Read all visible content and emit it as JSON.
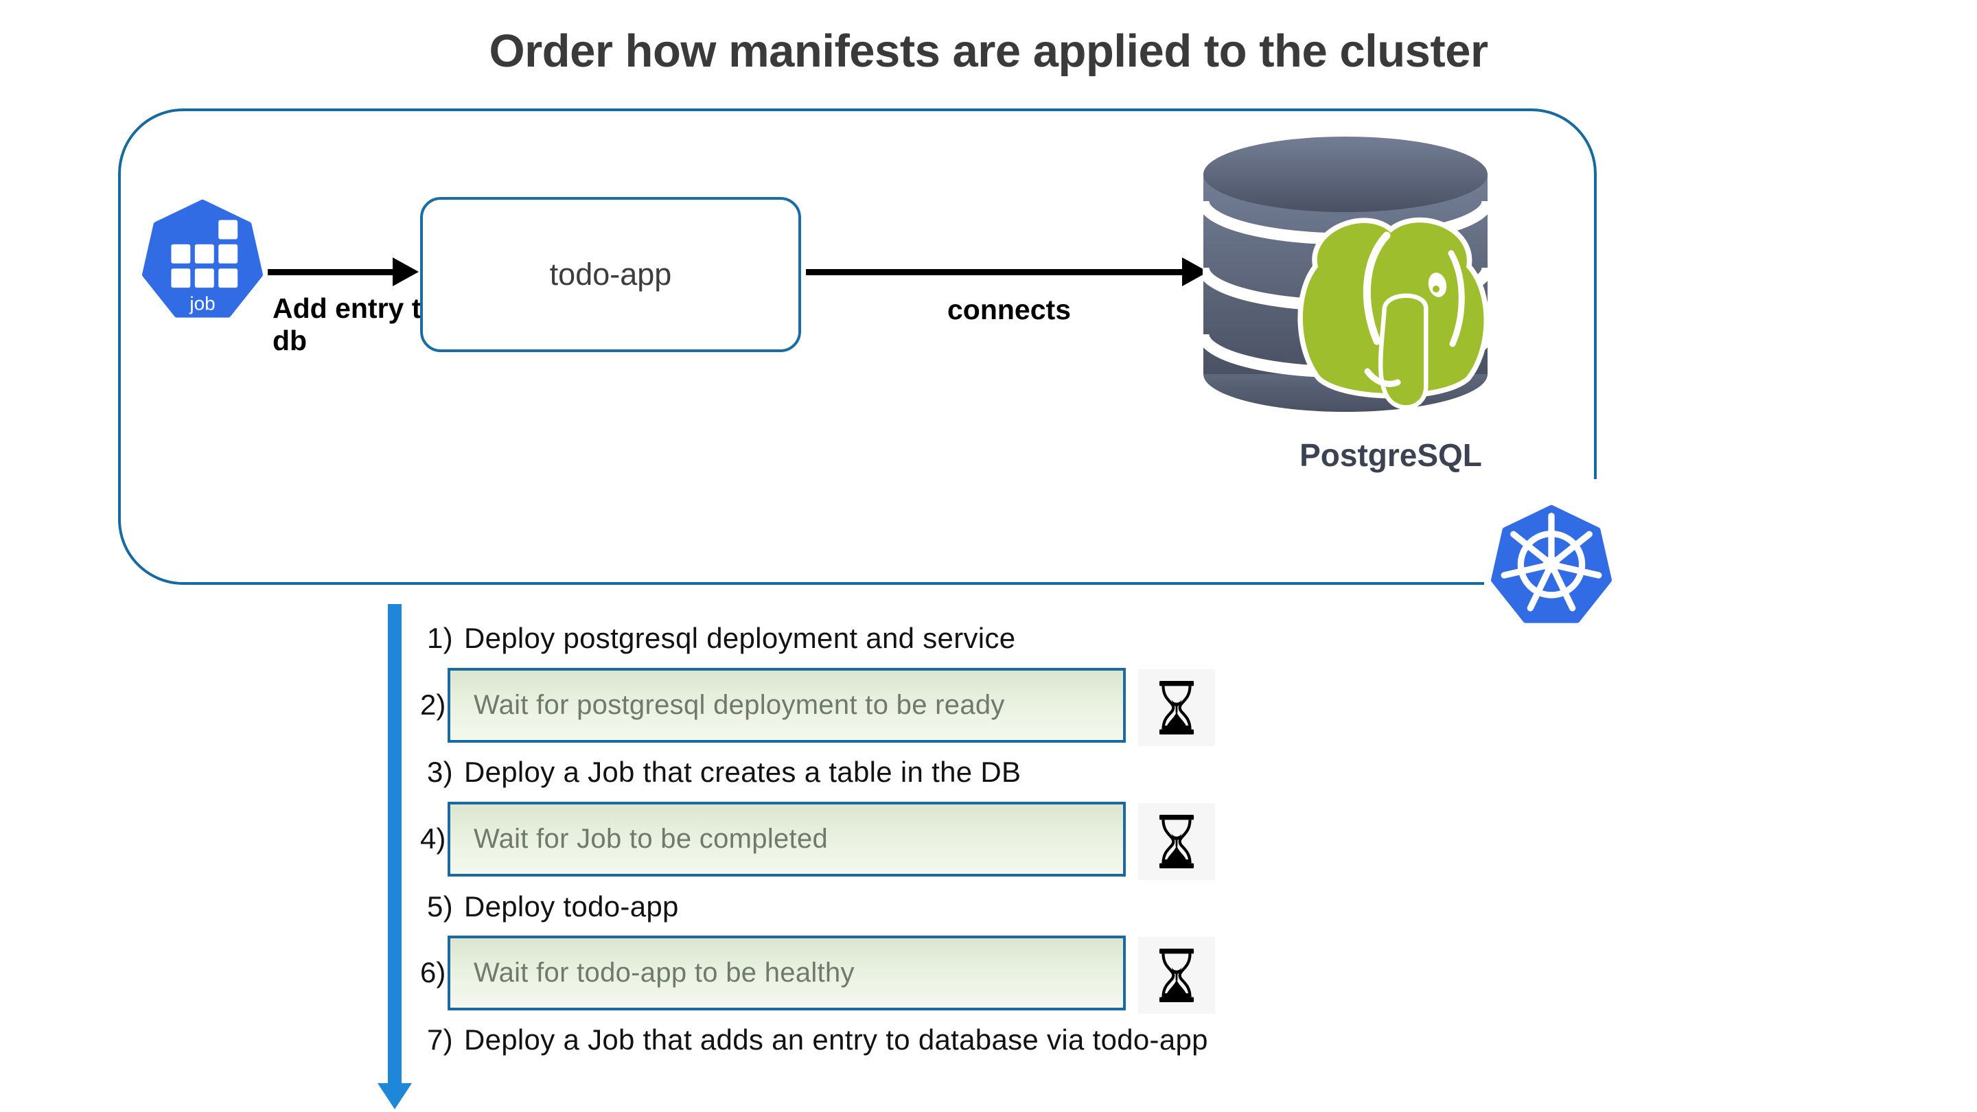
{
  "title": "Order how manifests are applied to the cluster",
  "cluster": {
    "job_label": "job",
    "edge1_label": "Add entry to db",
    "app_label": "todo-app",
    "edge2_label": "connects",
    "db_label": "PostgreSQL"
  },
  "steps": [
    {
      "num": "1)",
      "text": "Deploy postgresql deployment and service",
      "boxed": false
    },
    {
      "num": "2)",
      "text": "Wait for postgresql deployment to be ready",
      "boxed": true
    },
    {
      "num": "3)",
      "text": "Deploy a Job that creates a table in the DB",
      "boxed": false
    },
    {
      "num": "4)",
      "text": "Wait for Job to be completed",
      "boxed": true
    },
    {
      "num": "5)",
      "text": "Deploy todo-app",
      "boxed": false
    },
    {
      "num": "6)",
      "text": "Wait for todo-app to be healthy",
      "boxed": true
    },
    {
      "num": "7)",
      "text": "Deploy a Job that adds an entry to database via todo-app",
      "boxed": false
    }
  ],
  "colors": {
    "kubernetes_blue": "#326ce5",
    "diagram_border_blue": "#176a9e",
    "flow_arrow_blue": "#1f87da",
    "wait_box_border": "#1a6aa0",
    "wait_box_fill_top": "#dbe6d0",
    "postgres_elephant_green": "#9fbe2e",
    "cylinder_slate": "#5a6375",
    "title_gray": "#3a3a3a"
  }
}
